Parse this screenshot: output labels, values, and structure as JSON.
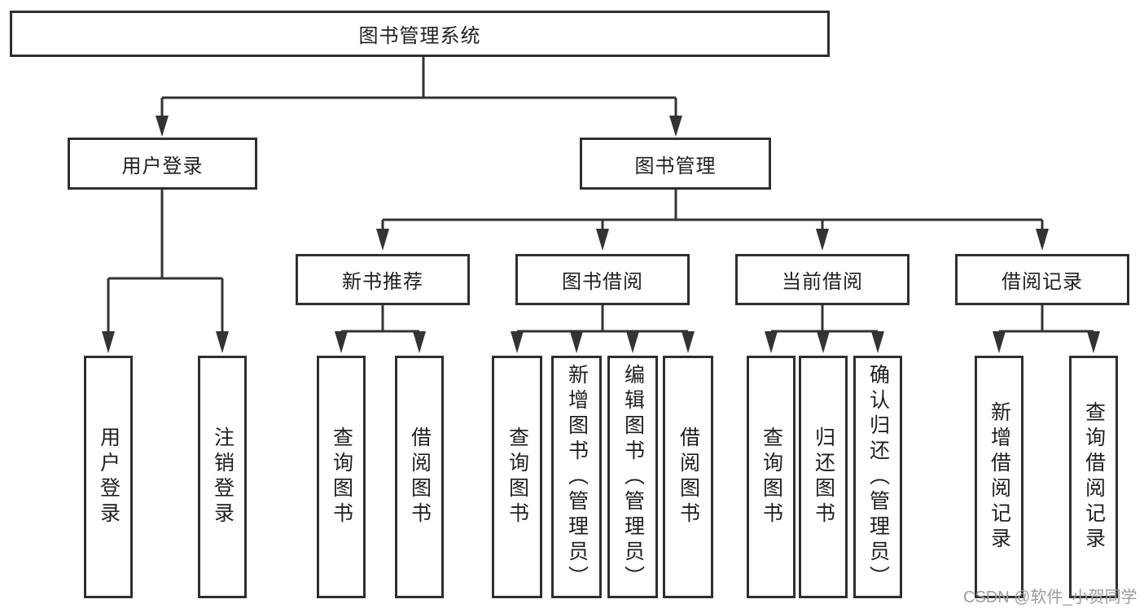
{
  "diagram_type": "hierarchy-tree",
  "colors": {
    "line": "#333333",
    "box_border": "#2f2f2f",
    "text": "#1f1f1f",
    "watermark_text_color": "#9c9c9c",
    "background": "#ffffff"
  },
  "tree": {
    "label": "图书管理系统",
    "children": [
      {
        "label": "用户登录",
        "children": [
          {
            "label": "用户登录"
          },
          {
            "label": "注销登录"
          }
        ]
      },
      {
        "label": "图书管理",
        "children": [
          {
            "label": "新书推荐",
            "children": [
              {
                "label": "查询图书"
              },
              {
                "label": "借阅图书"
              }
            ]
          },
          {
            "label": "图书借阅",
            "children": [
              {
                "label": "查询图书"
              },
              {
                "label": "新增图书（管理员）"
              },
              {
                "label": "编辑图书（管理员）"
              },
              {
                "label": "借阅图书"
              }
            ]
          },
          {
            "label": "当前借阅",
            "children": [
              {
                "label": "查询图书"
              },
              {
                "label": "归还图书"
              },
              {
                "label": "确认归还（管理员）"
              }
            ]
          },
          {
            "label": "借阅记录",
            "children": [
              {
                "label": "新增借阅记录"
              },
              {
                "label": "查询借阅记录"
              }
            ]
          }
        ]
      }
    ]
  },
  "watermark": {
    "text": "CSDN @软件_小贺同学"
  }
}
